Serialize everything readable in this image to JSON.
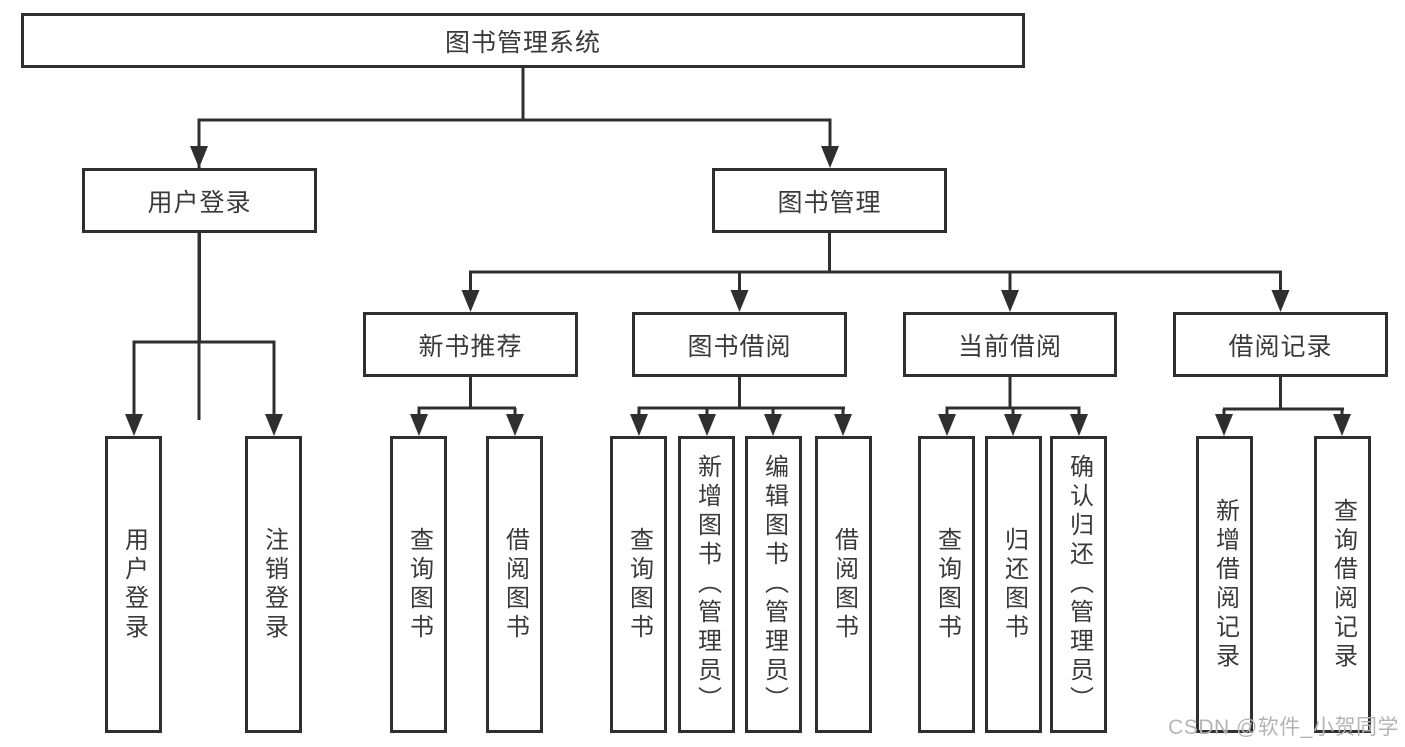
{
  "diagram": {
    "type": "hierarchy-tree",
    "tree": {
      "root": "图书管理系统",
      "level2": [
        "用户登录",
        "图书管理"
      ],
      "level3": [
        "新书推荐",
        "图书借阅",
        "当前借阅",
        "借阅记录"
      ],
      "leaves": {
        "user_login": [
          "用户登录",
          "注销登录"
        ],
        "new_book_rec": [
          "查询图书",
          "借阅图书"
        ],
        "book_borrow": [
          "查询图书",
          "新增图书（管理员）",
          "编辑图书（管理员）",
          "借阅图书"
        ],
        "current_borrow": [
          "查询图书",
          "归还图书",
          "确认归还（管理员）"
        ],
        "borrow_records": [
          "新增借阅记录",
          "查询借阅记录"
        ]
      }
    },
    "watermark": "CSDN @软件_小贺同学",
    "colors": {
      "line": "#2f2f2f",
      "box_border": "#2f2f2f",
      "box_background": "#ffffff",
      "text": "#3a3a3a",
      "watermark": "#b4b4b4",
      "page_background": "#ffffff"
    }
  }
}
